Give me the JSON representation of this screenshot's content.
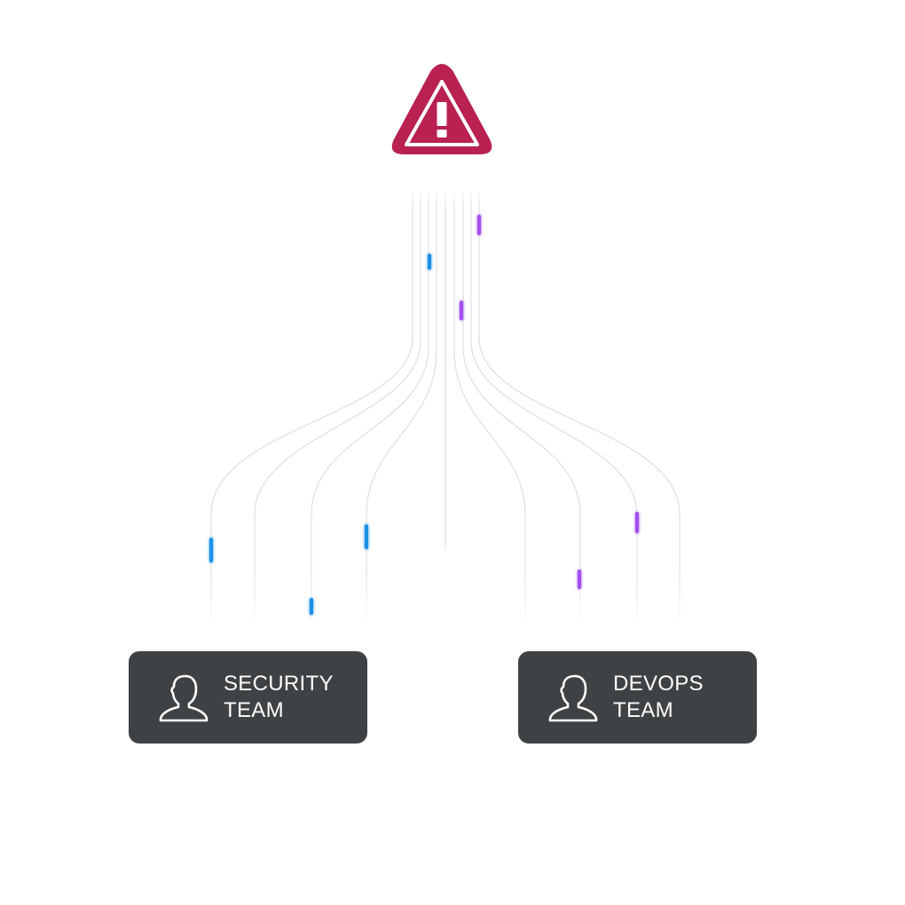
{
  "alert": {
    "icon": "warning-triangle-icon",
    "fill_color": "#b82150",
    "glyph": "!"
  },
  "flow": {
    "line_color": "#d9d9d9",
    "pulse_colors": {
      "security": "#1f8fe6",
      "devops": "#a24fee"
    }
  },
  "teams": [
    {
      "icon": "user-icon",
      "line1": "SECURITY",
      "line2": "TEAM"
    },
    {
      "icon": "user-icon",
      "line1": "DEVOPS",
      "line2": "TEAM"
    }
  ]
}
